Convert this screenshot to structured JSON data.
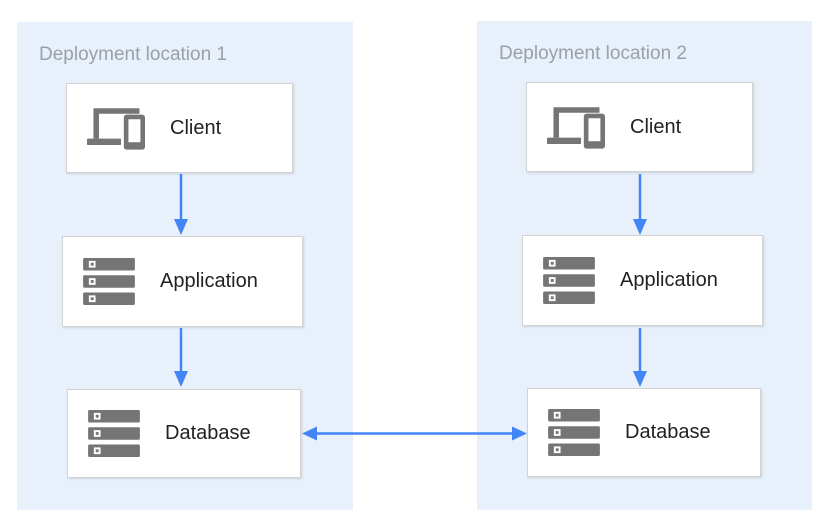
{
  "diagram": {
    "panels": [
      {
        "title": "Deployment location 1",
        "nodes": [
          {
            "label": "Client",
            "icon": "devices-icon"
          },
          {
            "label": "Application",
            "icon": "server-stack-icon"
          },
          {
            "label": "Database",
            "icon": "server-stack-icon"
          }
        ]
      },
      {
        "title": "Deployment location 2",
        "nodes": [
          {
            "label": "Client",
            "icon": "devices-icon"
          },
          {
            "label": "Application",
            "icon": "server-stack-icon"
          },
          {
            "label": "Database",
            "icon": "server-stack-icon"
          }
        ]
      }
    ],
    "connections": [
      {
        "from": "client-1",
        "to": "application-1",
        "direction": "down"
      },
      {
        "from": "application-1",
        "to": "database-1",
        "direction": "down"
      },
      {
        "from": "client-2",
        "to": "application-2",
        "direction": "down"
      },
      {
        "from": "application-2",
        "to": "database-2",
        "direction": "down"
      },
      {
        "from": "database-1",
        "to": "database-2",
        "direction": "bidirectional"
      }
    ],
    "colors": {
      "panel_background": "#E8F1FB",
      "arrow_blue": "#4285F4",
      "icon_gray": "#757575",
      "panel_title_gray": "#9AA0A6",
      "node_border": "#D2D2D2",
      "node_label": "#202124"
    }
  }
}
